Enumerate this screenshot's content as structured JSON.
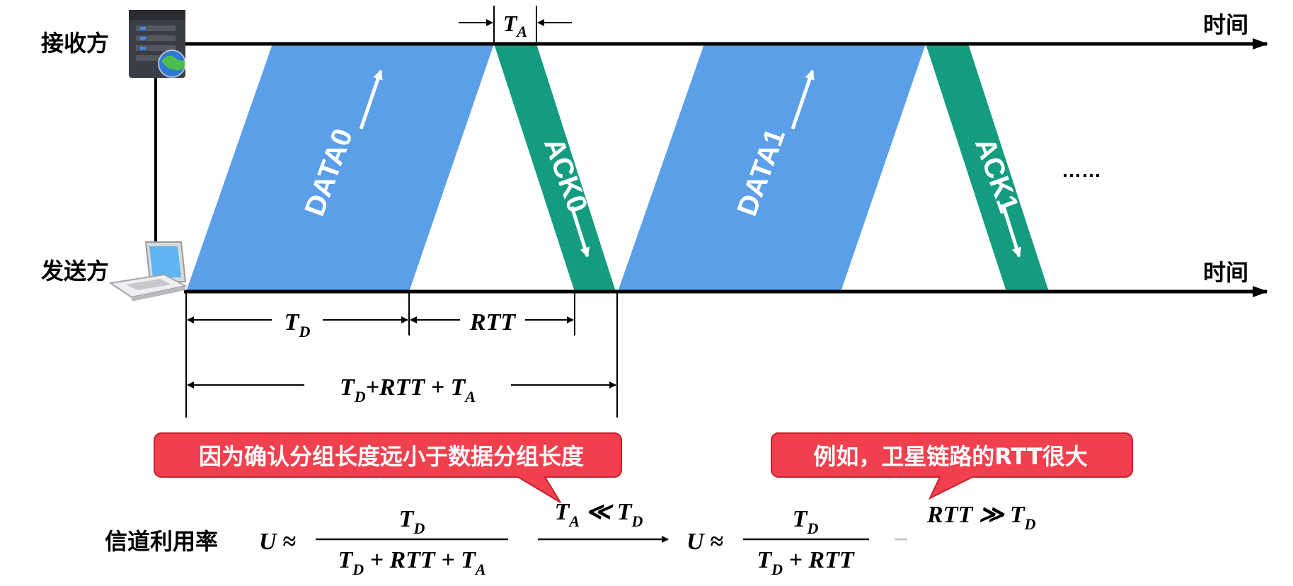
{
  "labels": {
    "receiver": "接收方",
    "sender": "发送方",
    "time_top": "时间",
    "time_bottom": "时间",
    "ellipsis": "……",
    "utilization": "信道利用率"
  },
  "packets": [
    {
      "type": "data",
      "label": "DATA0"
    },
    {
      "type": "ack",
      "label": "ACK0"
    },
    {
      "type": "data",
      "label": "DATA1"
    },
    {
      "type": "ack",
      "label": "ACK1"
    }
  ],
  "intervals": {
    "td": {
      "T": "T",
      "sub": "D"
    },
    "ta": {
      "T": "T",
      "sub": "A"
    },
    "rtt": "RTT",
    "total": {
      "T1": "T",
      "s1": "D",
      "mid": "+RTT + ",
      "T2": "T",
      "s2": "A"
    }
  },
  "callouts": {
    "left": "因为确认分组长度远小于数据分组长度",
    "right": "例如，卫星链路的RTT很大"
  },
  "formula": {
    "U": "U ≈",
    "num": {
      "T": "T",
      "sub": "D"
    },
    "den1": {
      "T1": "T",
      "s1": "D",
      "mid": " + RTT + ",
      "T2": "T",
      "s2": "A"
    },
    "cond1": {
      "T1": "T",
      "s1": "A",
      "mid": " ≪ ",
      "T2": "T",
      "s2": "D"
    },
    "U2": "U ≈",
    "num2": {
      "T": "T",
      "sub": "D"
    },
    "den2": {
      "T1": "T",
      "s1": "D",
      "mid": " + RTT"
    },
    "cond2": {
      "pre": "RTT ≫ ",
      "T": "T",
      "sub": "D"
    }
  },
  "colors": {
    "data": "#5b9fe8",
    "ack": "#139c80",
    "callout": "#f0404e",
    "line": "#000000"
  }
}
